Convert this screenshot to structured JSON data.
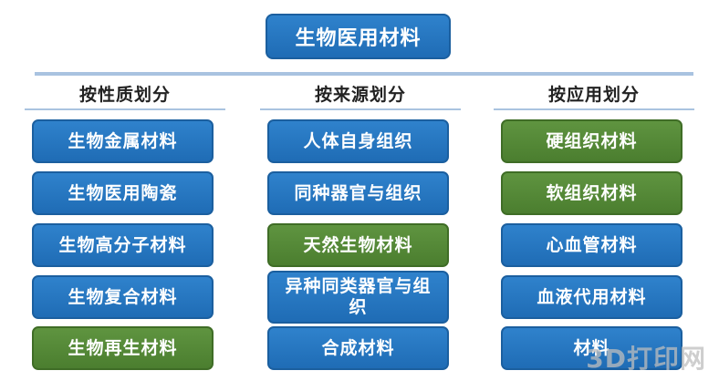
{
  "root": {
    "label": "生物医用材料"
  },
  "columns": [
    {
      "heading": "按性质划分",
      "items": [
        {
          "label": "生物金属材料",
          "color": "blue"
        },
        {
          "label": "生物医用陶瓷",
          "color": "blue"
        },
        {
          "label": "生物高分子材料",
          "color": "blue"
        },
        {
          "label": "生物复合材料",
          "color": "blue"
        },
        {
          "label": "生物再生材料",
          "color": "green"
        }
      ]
    },
    {
      "heading": "按来源划分",
      "items": [
        {
          "label": "人体自身组织",
          "color": "blue"
        },
        {
          "label": "同种器官与组织",
          "color": "blue"
        },
        {
          "label": "天然生物材料",
          "color": "green"
        },
        {
          "label": "异种同类器官与组织",
          "color": "blue"
        },
        {
          "label": "合成材料",
          "color": "blue"
        }
      ]
    },
    {
      "heading": "按应用划分",
      "items": [
        {
          "label": "硬组织材料",
          "color": "green"
        },
        {
          "label": "软组织材料",
          "color": "green"
        },
        {
          "label": "心血管材料",
          "color": "blue"
        },
        {
          "label": "血液代用材料",
          "color": "blue"
        },
        {
          "label": "材料",
          "color": "blue"
        }
      ]
    }
  ],
  "watermark": {
    "text": "3D打印网"
  },
  "colors": {
    "blue": "#2675c0",
    "green": "#558a36",
    "line": "#a9c3e0"
  }
}
